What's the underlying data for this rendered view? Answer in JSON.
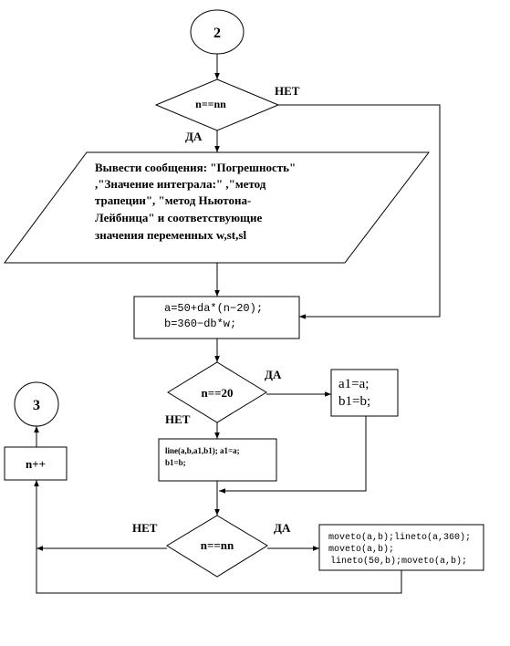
{
  "connectors": {
    "top": "2",
    "left": "3"
  },
  "decision1": {
    "text": "n==nn",
    "yes": "ДА",
    "no": "НЕТ"
  },
  "output_block": {
    "lines": [
      "Вывести сообщения: \"Погрешность\"",
      ",\"Значение интеграла:\"  ,\"метод",
      "трапеции\", \"метод  Ньютона-",
      "Лейбница\" и соответствующие",
      "значения переменных w,st,sl"
    ]
  },
  "assign1": {
    "lines": [
      "a=50+da*(n−20);",
      "b=360−db*w;"
    ]
  },
  "decision2": {
    "text": "n==20",
    "yes": "ДА",
    "no": "НЕТ"
  },
  "assign_ab": {
    "lines": [
      "a1=a;",
      "b1=b;"
    ]
  },
  "line_block": {
    "lines": [
      "line(a,b,a1,b1); a1=a;",
      "b1=b;"
    ]
  },
  "increment": {
    "text": "n++"
  },
  "decision3": {
    "text": "n==nn",
    "yes": "ДА",
    "no": "НЕТ"
  },
  "moveto_block": {
    "lines": [
      "moveto(a,b);lineto(a,360);",
      "moveto(a,b);",
      "lineto(50,b);moveto(a,b);"
    ]
  }
}
